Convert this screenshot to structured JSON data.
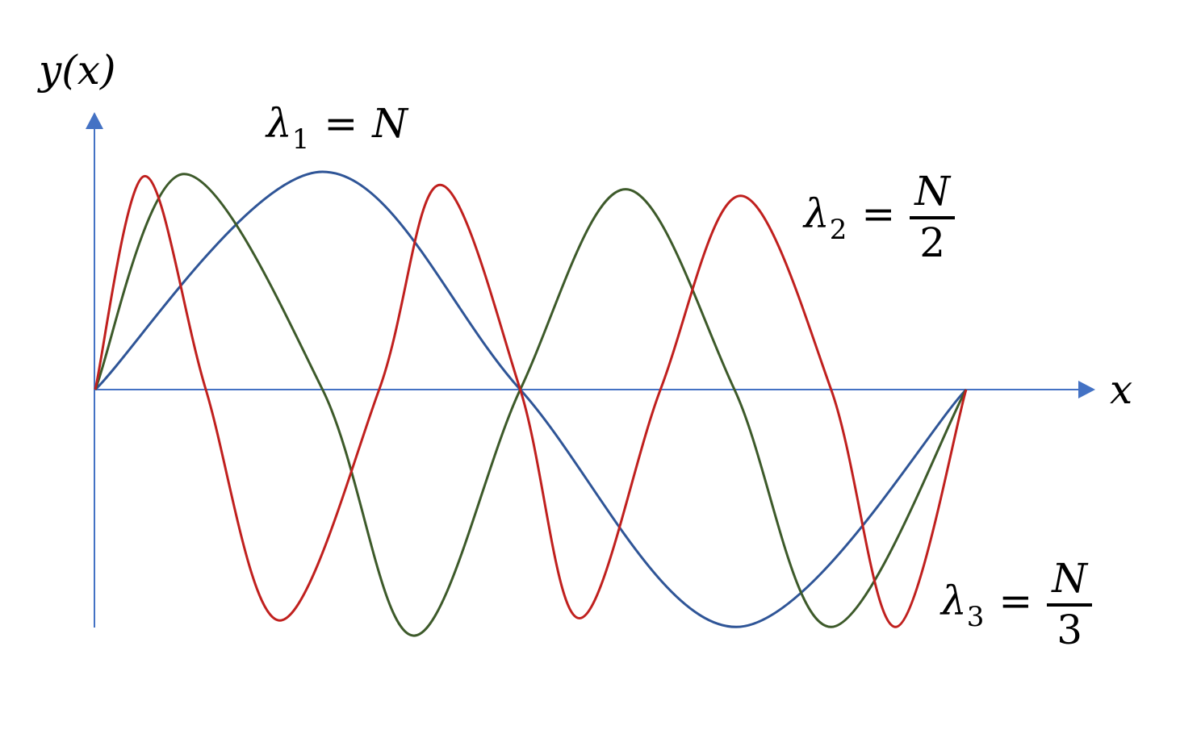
{
  "labels": {
    "y_axis": "y(x)",
    "x_axis": "x",
    "lambda1": {
      "symbol": "λ",
      "sub": "1",
      "eq": "=",
      "value": "N"
    },
    "lambda2": {
      "symbol": "λ",
      "sub": "2",
      "eq": "=",
      "num": "N",
      "den": "2"
    },
    "lambda3": {
      "symbol": "λ",
      "sub": "3",
      "eq": "=",
      "num": "N",
      "den": "3"
    }
  },
  "colors": {
    "axis": "#4472C4",
    "mode1": "#2F5597",
    "mode2": "#3D5A2A",
    "mode3": "#C0201E"
  },
  "chart_data": {
    "type": "line",
    "xlabel": "x",
    "ylabel": "y(x)",
    "xlim": [
      0,
      1
    ],
    "ylim": [
      -1.1,
      1.1
    ],
    "series": [
      {
        "name": "λ1 = N",
        "points": [
          [
            0,
            0
          ],
          [
            0.261,
            1.0
          ],
          [
            0.488,
            0
          ],
          [
            0.736,
            -1.09
          ],
          [
            1,
            0
          ]
        ]
      },
      {
        "name": "λ2 = N/2",
        "points": [
          [
            0,
            0
          ],
          [
            0.102,
            0.99
          ],
          [
            0.261,
            0
          ],
          [
            0.366,
            -1.13
          ],
          [
            0.488,
            0
          ],
          [
            0.609,
            0.92
          ],
          [
            0.734,
            0
          ],
          [
            0.845,
            -1.09
          ],
          [
            1,
            0
          ]
        ]
      },
      {
        "name": "λ3 = N/3",
        "points": [
          [
            0,
            0
          ],
          [
            0.057,
            0.98
          ],
          [
            0.127,
            0
          ],
          [
            0.212,
            -1.06
          ],
          [
            0.326,
            0
          ],
          [
            0.396,
            0.94
          ],
          [
            0.488,
            0
          ],
          [
            0.556,
            -1.05
          ],
          [
            0.649,
            0
          ],
          [
            0.741,
            0.89
          ],
          [
            0.845,
            0
          ],
          [
            0.919,
            -1.09
          ],
          [
            1,
            0
          ]
        ]
      }
    ]
  }
}
